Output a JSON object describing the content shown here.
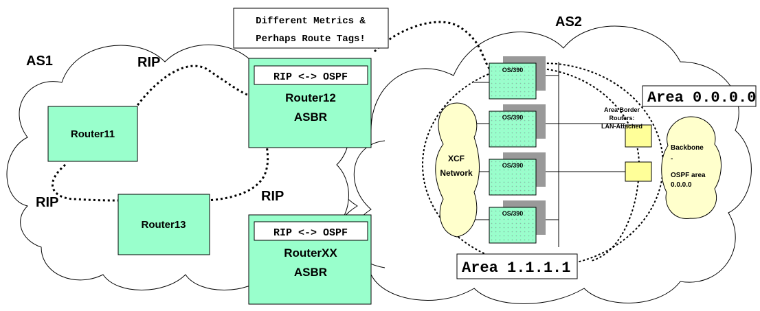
{
  "as_labels": {
    "as1": "AS1",
    "as2": "AS2"
  },
  "rip_labels": {
    "top": "RIP",
    "left": "RIP",
    "right": "RIP"
  },
  "callout": {
    "line1": "Different Metrics &",
    "line2": "Perhaps Route Tags!"
  },
  "routers": {
    "router11": "Router11",
    "router13": "Router13",
    "router12": {
      "tag": "RIP <-> OSPF",
      "name": "Router12",
      "role": "ASBR"
    },
    "routerxx": {
      "tag": "RIP <-> OSPF",
      "name": "RouterXX",
      "role": "ASBR"
    }
  },
  "xcf": {
    "line1": "XCF",
    "line2": "Network"
  },
  "os390": [
    "OS/390",
    "OS/390",
    "OS/390",
    "OS/390"
  ],
  "abr_note": {
    "line1": "Area Border",
    "line2": "Routers:",
    "line3": "LAN-Attached"
  },
  "areas": {
    "backbone_area": "Area 0.0.0.0",
    "area1": "Area 1.1.1.1"
  },
  "backbone": {
    "line1": "Backbone",
    "line2": "-",
    "line3": "OSPF area",
    "line4": "0.0.0.0"
  },
  "colors": {
    "router_fill": "#99ffcc",
    "xcf_fill": "#ffffcc",
    "abr_fill": "#ffff99",
    "server_shadow": "#999999"
  }
}
